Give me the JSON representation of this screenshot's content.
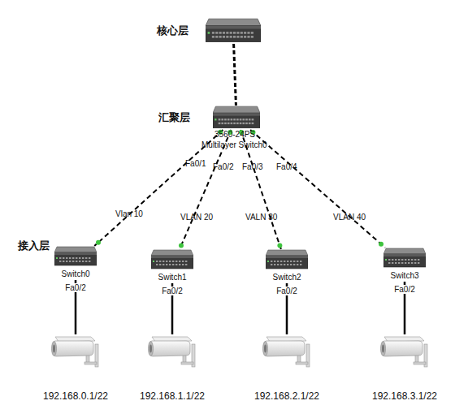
{
  "diagram": {
    "nodes": [
      {
        "text": [
          "核心层"
        ]
      },
      {
        "text": [
          "汇聚层",
          "3560-24PS",
          "Multilayer Switch0"
        ]
      },
      {
        "text": [
          "Switch0"
        ]
      },
      {
        "text": [
          "Switch1"
        ]
      },
      {
        "text": [
          "Switch2"
        ]
      },
      {
        "text": [
          "Switch3"
        ]
      },
      {
        "text": [
          "192.168.0.1/22"
        ]
      },
      {
        "text": [
          "192.168.1.1/22"
        ]
      },
      {
        "text": [
          "192.168.2.1/22"
        ]
      },
      {
        "text": [
          "192.168.3.1/22"
        ]
      }
    ],
    "edges": [
      {
        "from": 0,
        "to": 1,
        "arrow": "none"
      },
      {
        "from": 1,
        "to": 2,
        "label": "Vlan 10",
        "arrow": "none"
      },
      {
        "from": 1,
        "to": 3,
        "label": "VLAN 20",
        "arrow": "none"
      },
      {
        "from": 1,
        "to": 4,
        "label": "VALN 30",
        "arrow": "none"
      },
      {
        "from": 1,
        "to": 5,
        "label": "VLAN 40",
        "arrow": "none"
      },
      {
        "from": 2,
        "to": 6,
        "label": "Fa0/2",
        "arrow": "none"
      },
      {
        "from": 3,
        "to": 7,
        "label": "Fa0/2",
        "arrow": "none"
      },
      {
        "from": 4,
        "to": 8,
        "label": "Fa0/2",
        "arrow": "none"
      },
      {
        "from": 5,
        "to": 9,
        "label": "Fa0/2",
        "arrow": "none"
      }
    ],
    "labels": [
      "Fa0/1",
      "Fa0/2",
      "Fa0/3",
      "Fa0/4",
      "接入层"
    ]
  }
}
